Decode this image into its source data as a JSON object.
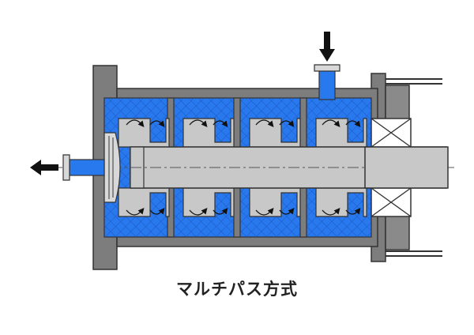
{
  "caption": "マルチパス方式",
  "colors": {
    "fluid": "#2878ee",
    "housing": "#7d7d7d",
    "shaft": "#c8c8c8",
    "outline": "#333333",
    "arrow": "#111111",
    "mesh": "#1e4fb5"
  },
  "components": {
    "inlet": "top-right-inlet-nozzle",
    "outlet": "left-outlet-nozzle",
    "bearing": "right-bearing",
    "stages": 4
  },
  "flow": {
    "inlet_direction": "down",
    "outlet_direction": "left"
  }
}
